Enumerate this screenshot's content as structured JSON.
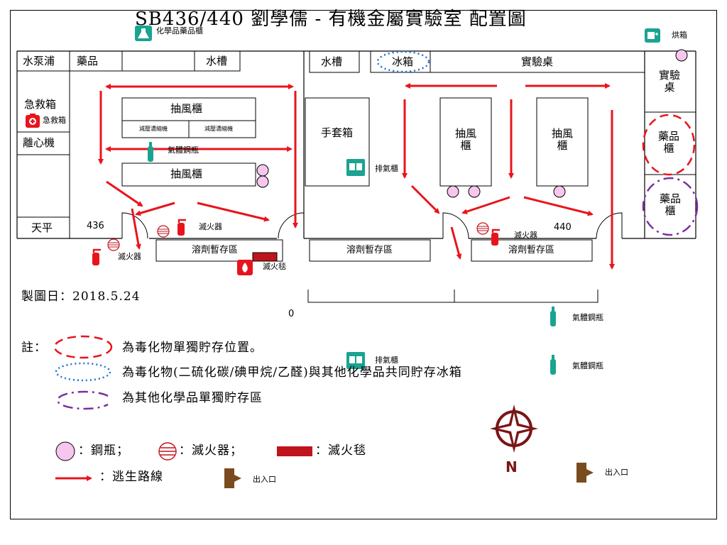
{
  "title": "SB436/440  劉學儒 - 有機金屬實驗室 配置圖",
  "top_labels": {
    "chem_cabinet": "化學品藥品櫃",
    "oven": "烘箱"
  },
  "rooms": {
    "water_pump": "水泵浦",
    "reagents": "藥品",
    "sink_left": "水槽",
    "sink_right": "水槽",
    "fridge": "冰箱",
    "lab_bench_top": "實驗桌",
    "lab_bench_right": "實驗桌",
    "first_aid": "急救箱",
    "first_aid_icon": "急救箱",
    "centrifuge": "離心機",
    "balance": "天平",
    "fume_hood_1": "抽風櫃",
    "rotary_evap_1": "減壓濃縮機",
    "rotary_evap_2": "減壓濃縮機",
    "fume_hood_2": "抽風櫃",
    "glove_box": "手套箱",
    "fume_hood_3": "抽風櫃",
    "fume_hood_4": "抽風櫃",
    "reagent_cab_red": "藥品櫃",
    "reagent_cab_purple": "藥品櫃",
    "solvent_1": "溶劑暫存區",
    "solvent_2": "溶劑暫存區",
    "solvent_3": "溶劑暫存區",
    "room_436": "436",
    "room_440": "440"
  },
  "equipment_labels": {
    "gas_cylinder_center": "氣體鋼瓶",
    "exhaust_center": "排氣櫃",
    "extinguisher_1": "滅火器",
    "extinguisher_2": "滅火器",
    "extinguisher_3": "滅火器",
    "fire_blanket": "滅火毯"
  },
  "scale": {
    "zero": "0"
  },
  "date": "製圖日：2018.5.24",
  "legend": {
    "note_prefix": "註：",
    "toxic_single": "為毒化物單獨貯存位置。",
    "toxic_shared": "為毒化物(二硫化碳/碘甲烷/乙醛)與其他化學品共同貯存冰箱",
    "other_single": "為其他化學品單獨貯存區",
    "cylinder": "：鋼瓶；",
    "extinguisher": "：滅火器；",
    "blanket": "：滅火毯",
    "escape": "：逃生路線",
    "exhaust": "排氣櫃",
    "gas_1": "氣體鋼瓶",
    "gas_2": "氣體鋼瓶",
    "exit_1": "出入口",
    "exit_2": "出入口",
    "north": "N"
  },
  "colors": {
    "route": "#e8141c",
    "toxic_single": "#e8141c",
    "toxic_shared": "#1f6fd0",
    "other_single": "#7a2fa0",
    "cylinder_fill": "#f7c6ef",
    "blanket": "#c0141c",
    "teal": "#1aa391",
    "compass": "#7b1416",
    "exit": "#7a4b1e"
  }
}
